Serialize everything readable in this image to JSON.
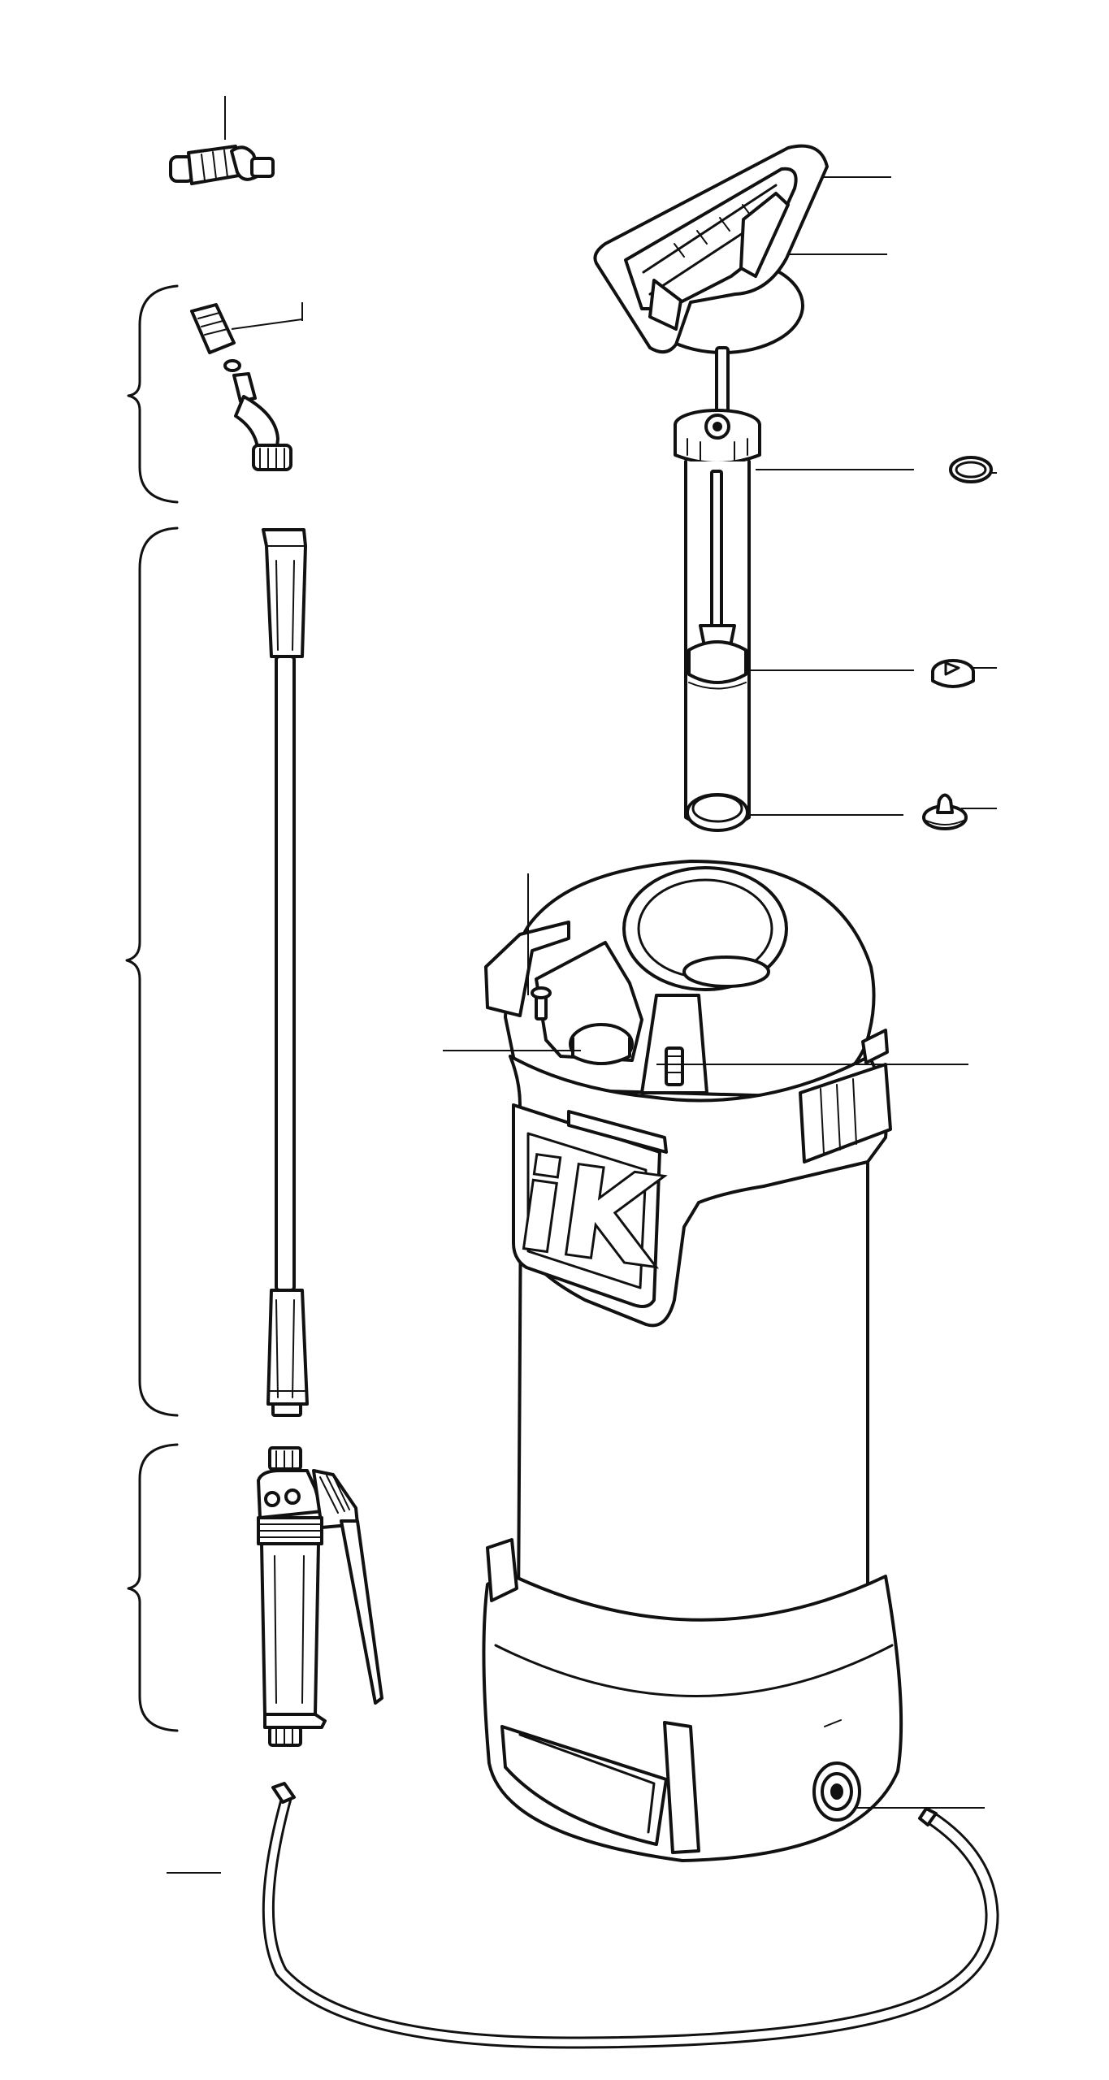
{
  "diagram": {
    "brand_logo": "iK",
    "colors": {
      "line": "#111111",
      "background": "#ffffff"
    },
    "parts": [
      "angled-nozzle",
      "adjustable-nozzle-assembly",
      "spray-lance",
      "trigger-valve",
      "spray-hose",
      "pump-handle",
      "pump-cylinder",
      "o-ring",
      "piston-seal",
      "check-valve",
      "pressure-relief-valve",
      "tank-body"
    ]
  }
}
